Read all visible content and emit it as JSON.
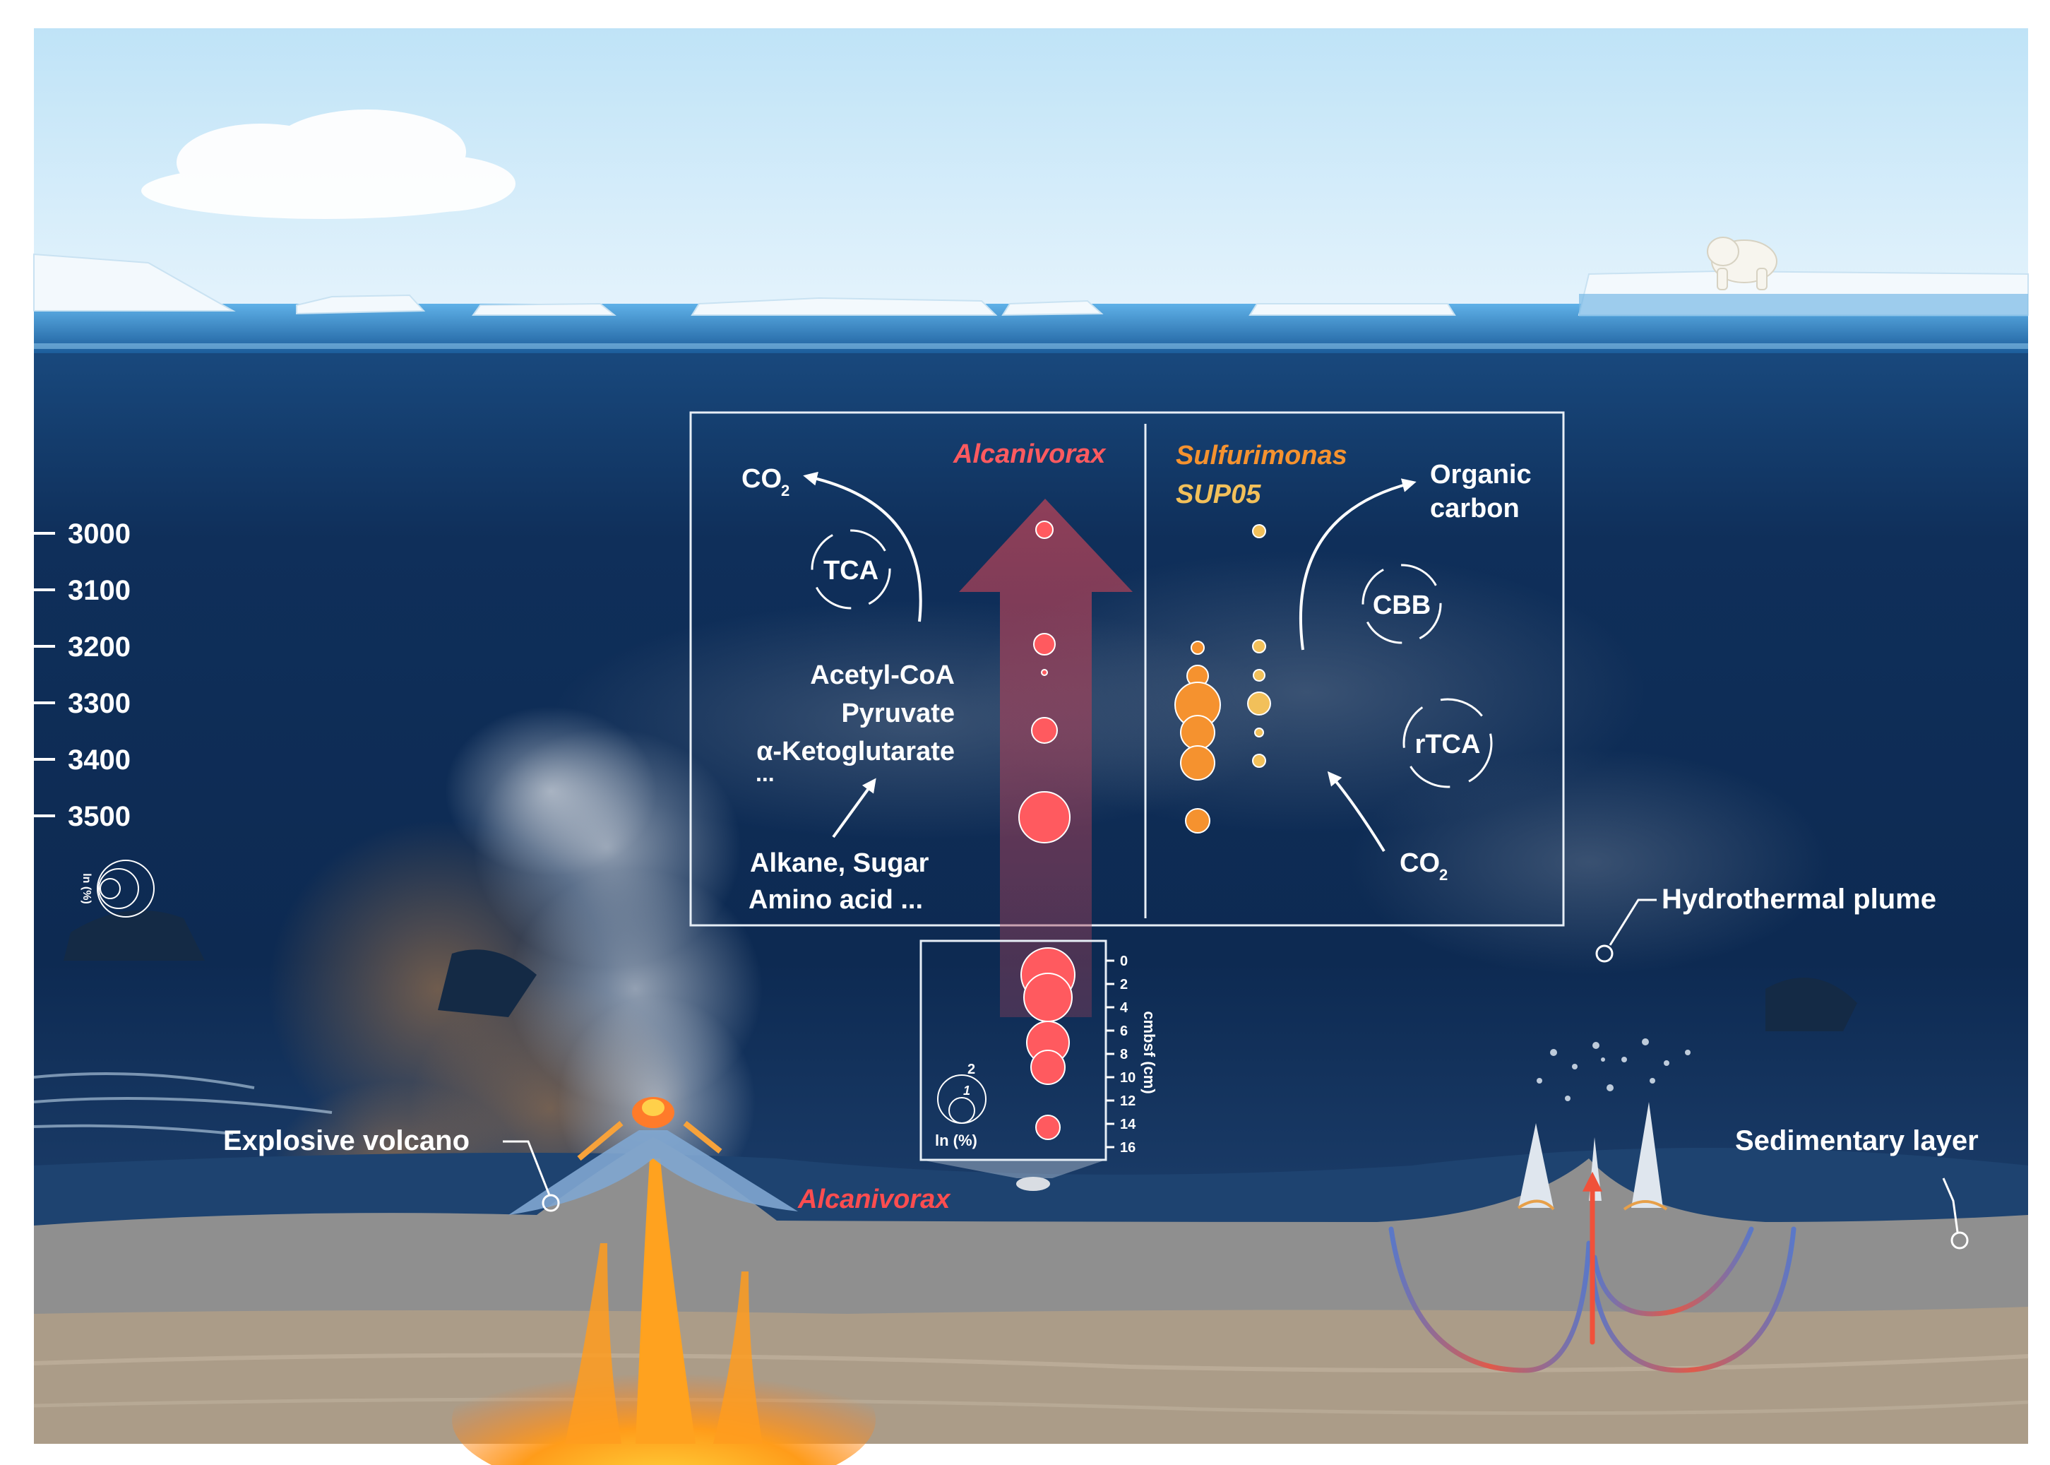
{
  "depth_scale": {
    "ticks": [
      "3000",
      "3100",
      "3200",
      "3300",
      "3400",
      "3500"
    ],
    "legend_label": "ln (%)"
  },
  "panel_left": {
    "genus": "Alcanivorax",
    "co2": "CO",
    "co2_sub": "2",
    "cycle": "TCA",
    "intermediates": [
      "Acetyl-CoA",
      "Pyruvate",
      "α-Ketoglutarate",
      "..."
    ],
    "substrates": [
      "Alkane, Sugar",
      "Amino acid ..."
    ]
  },
  "panel_right": {
    "genus_1": "Sulfurimonas",
    "genus_2": "SUP05",
    "organic": [
      "Organic",
      "carbon"
    ],
    "cycle_1": "CBB",
    "cycle_2": "rTCA",
    "co2": "CO",
    "co2_sub": "2"
  },
  "sediment_core": {
    "axis_label": "cmbsf (cm)",
    "ticks": [
      "0",
      "2",
      "4",
      "6",
      "8",
      "10",
      "12",
      "14",
      "16"
    ],
    "legend_label": "ln (%)",
    "legend_values": [
      "2",
      "1"
    ]
  },
  "labels": {
    "volcano": "Explosive volcano",
    "plume": "Hydrothermal plume",
    "sediment": "Sedimentary layer",
    "alcanivorax_bottom": "Alcanivorax"
  },
  "colors": {
    "alcanivorax": "#ff5a5f",
    "sulfurimonas": "#f5922f",
    "sup05": "#f2c05a",
    "ocean_deep": "#0c2446",
    "sky": "#bfe3f7"
  }
}
